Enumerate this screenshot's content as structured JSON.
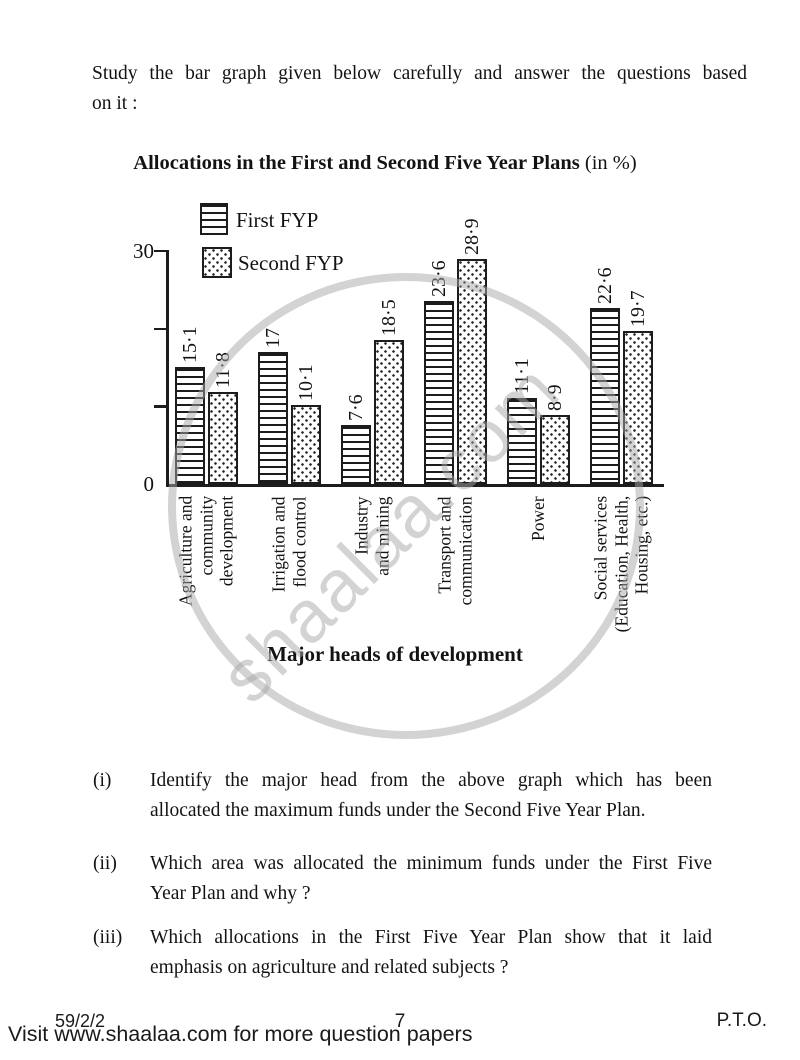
{
  "instruction": {
    "line1": "Study the bar graph given below carefully and answer the questions based",
    "line2": "on it :"
  },
  "chart_data": {
    "type": "bar",
    "title": "Allocations in the First and Second Five Year Plans",
    "title_suffix": " (in %)",
    "xlabel": "Major heads of development",
    "ylabel": "",
    "ylim": [
      0,
      30
    ],
    "grid": false,
    "legend_position": "top-left",
    "yticks": [
      {
        "value": 0,
        "label": "0"
      },
      {
        "value": 10,
        "label": ""
      },
      {
        "value": 20,
        "label": ""
      },
      {
        "value": 30,
        "label": "30"
      }
    ],
    "categories": [
      "Agriculture and\ncommunity\ndevelopment",
      "Irrigation and\nflood control",
      "Industry\nand mining",
      "Transport and\ncommunication",
      "Power",
      "Social services\n(Education, Health,\nHousing, etc.)"
    ],
    "series": [
      {
        "name": "First FYP",
        "pattern": "hlines",
        "values": [
          15.1,
          17,
          7.6,
          23.6,
          11.1,
          22.6
        ],
        "value_labels": [
          "15·1",
          "17",
          "7·6",
          "23·6",
          "11·1",
          "22·6"
        ]
      },
      {
        "name": "Second FYP",
        "pattern": "dots",
        "values": [
          11.8,
          10.1,
          18.5,
          28.9,
          8.9,
          19.7
        ],
        "value_labels": [
          "11·8",
          "10·1",
          "18·5",
          "28·9",
          "8·9",
          "19·7"
        ]
      }
    ]
  },
  "watermark": {
    "text": "shaalaa.com"
  },
  "questions": [
    {
      "id": "(i)",
      "line1": "Identify the major head from the above graph which has been",
      "line2": "allocated the maximum funds under the Second Five Year Plan."
    },
    {
      "id": "(ii)",
      "line1": "Which area was allocated the minimum funds under the First Five",
      "line2": "Year Plan and why ?"
    },
    {
      "id": "(iii)",
      "line1": "Which allocations in the First Five Year Plan show that it laid",
      "line2": "emphasis on agriculture and related subjects ?"
    }
  ],
  "footer": {
    "code": "59/2/2",
    "page_number": "7",
    "pto": "P.T.O.",
    "visit": "Visit www.shaalaa.com for more question papers"
  }
}
